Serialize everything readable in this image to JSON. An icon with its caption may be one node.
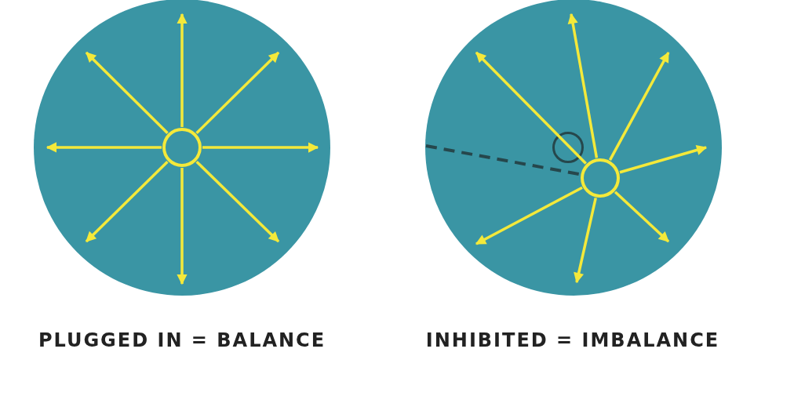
{
  "diagram": {
    "nodes": [
      {
        "text": [],
        "shape": "circle"
      },
      {
        "text": [],
        "shape": "circle",
        "in": 0
      },
      {
        "text": [],
        "shape": "circle"
      },
      {
        "text": [],
        "shape": "circle",
        "in": 2
      },
      {
        "text": [],
        "shape": "circle",
        "in": 2
      }
    ],
    "edges": [
      {
        "from": 1,
        "to": null,
        "arrow": "to"
      },
      {
        "from": 1,
        "to": null,
        "arrow": "to"
      },
      {
        "from": 1,
        "to": null,
        "arrow": "to"
      },
      {
        "from": 1,
        "to": null,
        "arrow": "to"
      },
      {
        "from": 1,
        "to": null,
        "arrow": "to"
      },
      {
        "from": 1,
        "to": null,
        "arrow": "to"
      },
      {
        "from": 1,
        "to": null,
        "arrow": "to"
      },
      {
        "from": 1,
        "to": null,
        "arrow": "to"
      },
      {
        "from": 3,
        "to": null,
        "arrow": "to"
      },
      {
        "from": 3,
        "to": null,
        "arrow": "to"
      },
      {
        "from": 3,
        "to": null,
        "arrow": "to"
      },
      {
        "from": 3,
        "to": null,
        "arrow": "to"
      },
      {
        "from": 3,
        "to": null,
        "arrow": "to"
      },
      {
        "from": 3,
        "to": null,
        "arrow": "to"
      },
      {
        "from": 3,
        "to": null,
        "arrow": "to"
      },
      {
        "from": null,
        "to": 3,
        "arrow": "none",
        "style": "dashed",
        "color": "#26474c"
      }
    ],
    "labels": [
      "PLUGGED IN = BALANCE",
      "INHIBITED = IMBALANCE"
    ]
  }
}
